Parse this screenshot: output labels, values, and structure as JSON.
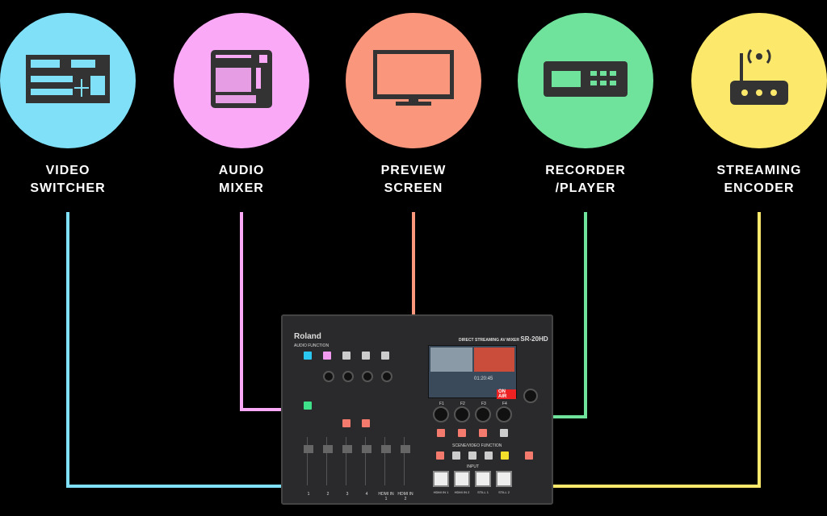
{
  "nodes": [
    {
      "id": "video-switcher",
      "line1": "VIDEO",
      "line2": "SWITCHER",
      "color": "#7fe0f8",
      "icon": "video-switcher-icon"
    },
    {
      "id": "audio-mixer",
      "line1": "AUDIO",
      "line2": "MIXER",
      "color": "#f9a9f6",
      "icon": "audio-mixer-icon"
    },
    {
      "id": "preview-screen",
      "line1": "PREVIEW",
      "line2": "SCREEN",
      "color": "#fa967c",
      "icon": "monitor-icon"
    },
    {
      "id": "recorder-player",
      "line1": "RECORDER",
      "line2": "/PLAYER",
      "color": "#6fe39b",
      "icon": "recorder-icon"
    },
    {
      "id": "streaming-encoder",
      "line1": "STREAMING",
      "line2": "ENCODER",
      "color": "#fce96b",
      "icon": "router-icon"
    }
  ],
  "device": {
    "brand": "Roland",
    "model_desc": "DIRECT STREAMING AV MIXER",
    "model": "SR-20HD",
    "audio_function": "AUDIO FUNCTION",
    "on_air": "ON AIR",
    "timer": "01:20:45",
    "scene_function": "SCENE/VIDEO FUNCTION",
    "input_label": "INPUT",
    "inputs": [
      "HDMI IN 1",
      "HDMI IN 2",
      "STILL 1",
      "STILL 2"
    ],
    "channels": [
      "1",
      "2",
      "3",
      "4",
      "HDMI IN 1",
      "HDMI IN 2"
    ],
    "knobs": [
      "F1",
      "F2",
      "F3",
      "F4"
    ]
  }
}
